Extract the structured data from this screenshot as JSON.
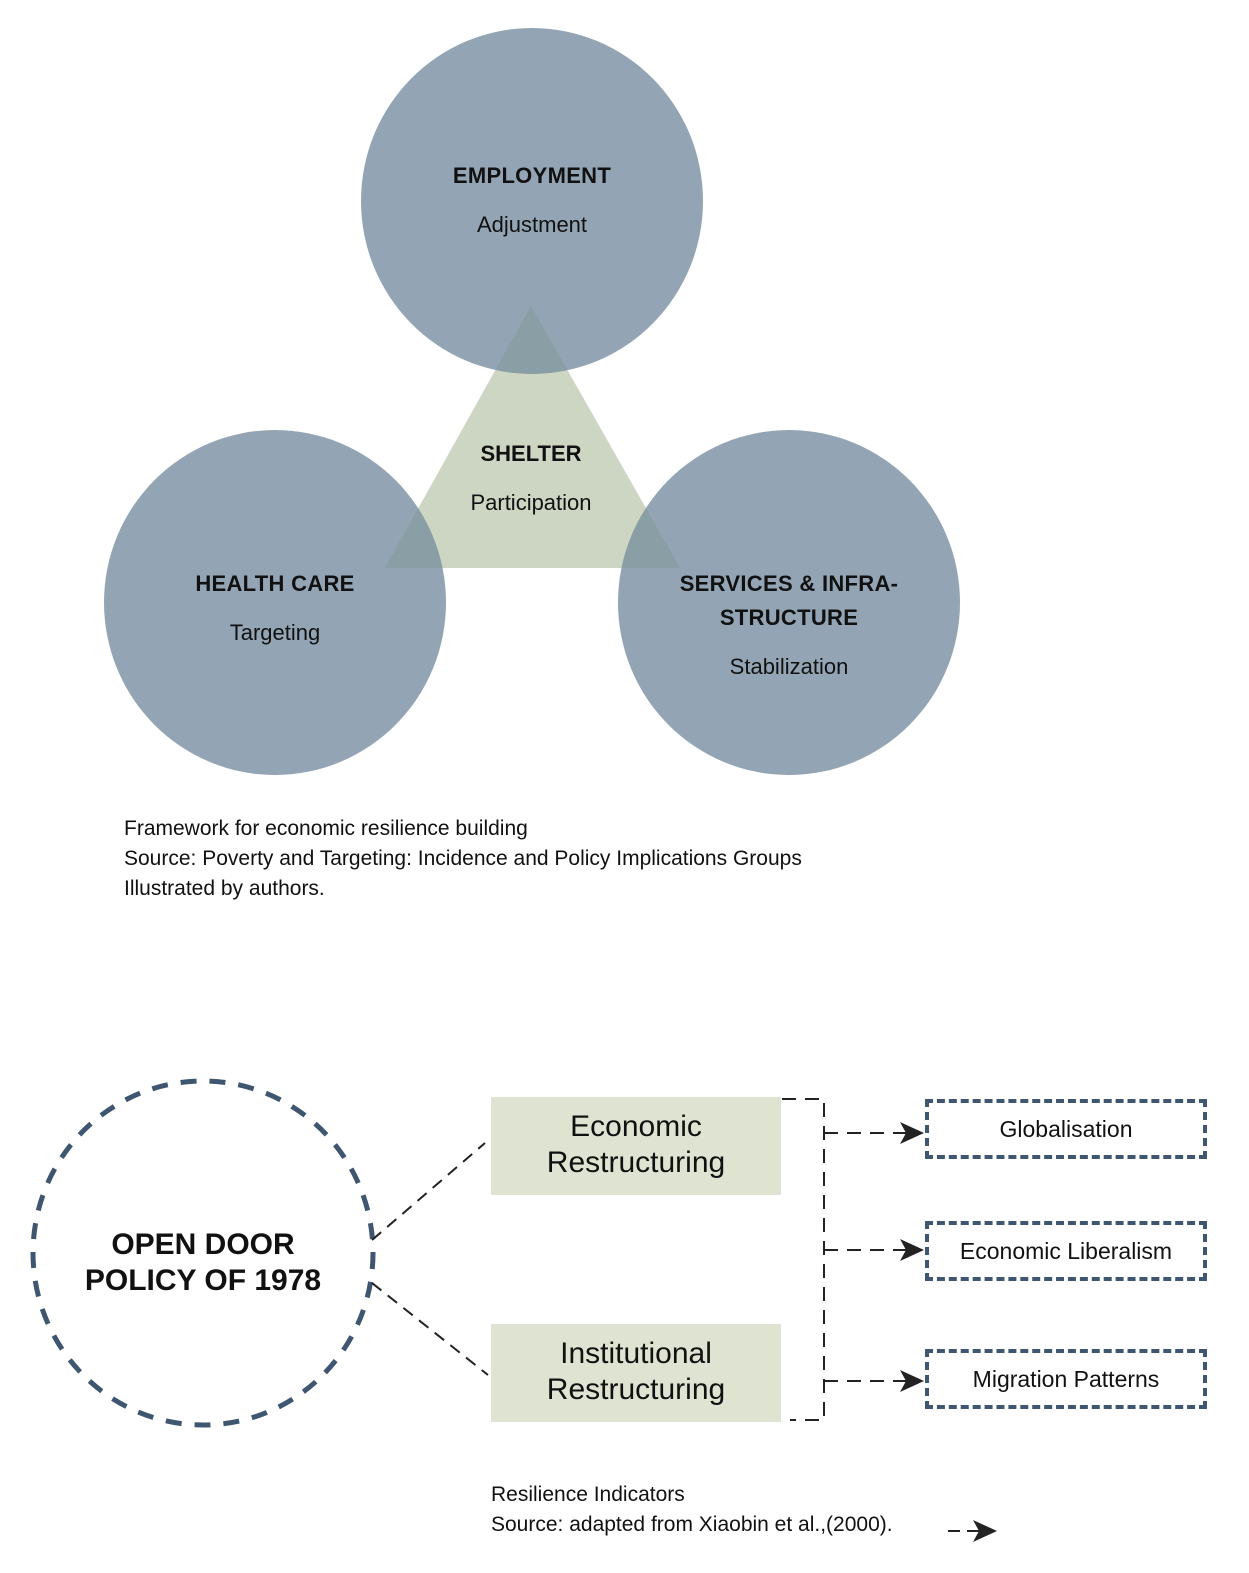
{
  "framework": {
    "top_circle": {
      "title": "EMPLOYMENT",
      "subtitle": "Adjustment"
    },
    "center_triangle": {
      "title": "SHELTER",
      "subtitle": "Participation"
    },
    "left_circle": {
      "title": "HEALTH CARE",
      "subtitle": "Targeting"
    },
    "right_circle": {
      "title_line1": "SERVICES & INFRA-",
      "title_line2": "STRUCTURE",
      "subtitle": "Stabilization"
    },
    "caption": {
      "line1": "Framework for economic resilience building",
      "line2": "Source: Poverty and Targeting: Incidence and Policy Implications Groups",
      "line3": "Illustrated by authors."
    },
    "colors": {
      "circle": "#788ea2",
      "triangle": "#dfe3d1"
    }
  },
  "policy": {
    "root": {
      "line1": "OPEN DOOR",
      "line2": "POLICY OF 1978"
    },
    "boxes": [
      {
        "line1": "Economic",
        "line2": "Restructuring"
      },
      {
        "line1": "Institutional",
        "line2": "Restructuring"
      }
    ],
    "indicators": [
      "Globalisation",
      "Economic Liberalism",
      "Migration Patterns"
    ],
    "caption": {
      "line1": "Resilience Indicators",
      "line2": "Source: adapted from Xiaobin et al.,(2000)."
    },
    "colors": {
      "dashed": "#3f5670",
      "box": "#dfe3d1"
    }
  }
}
